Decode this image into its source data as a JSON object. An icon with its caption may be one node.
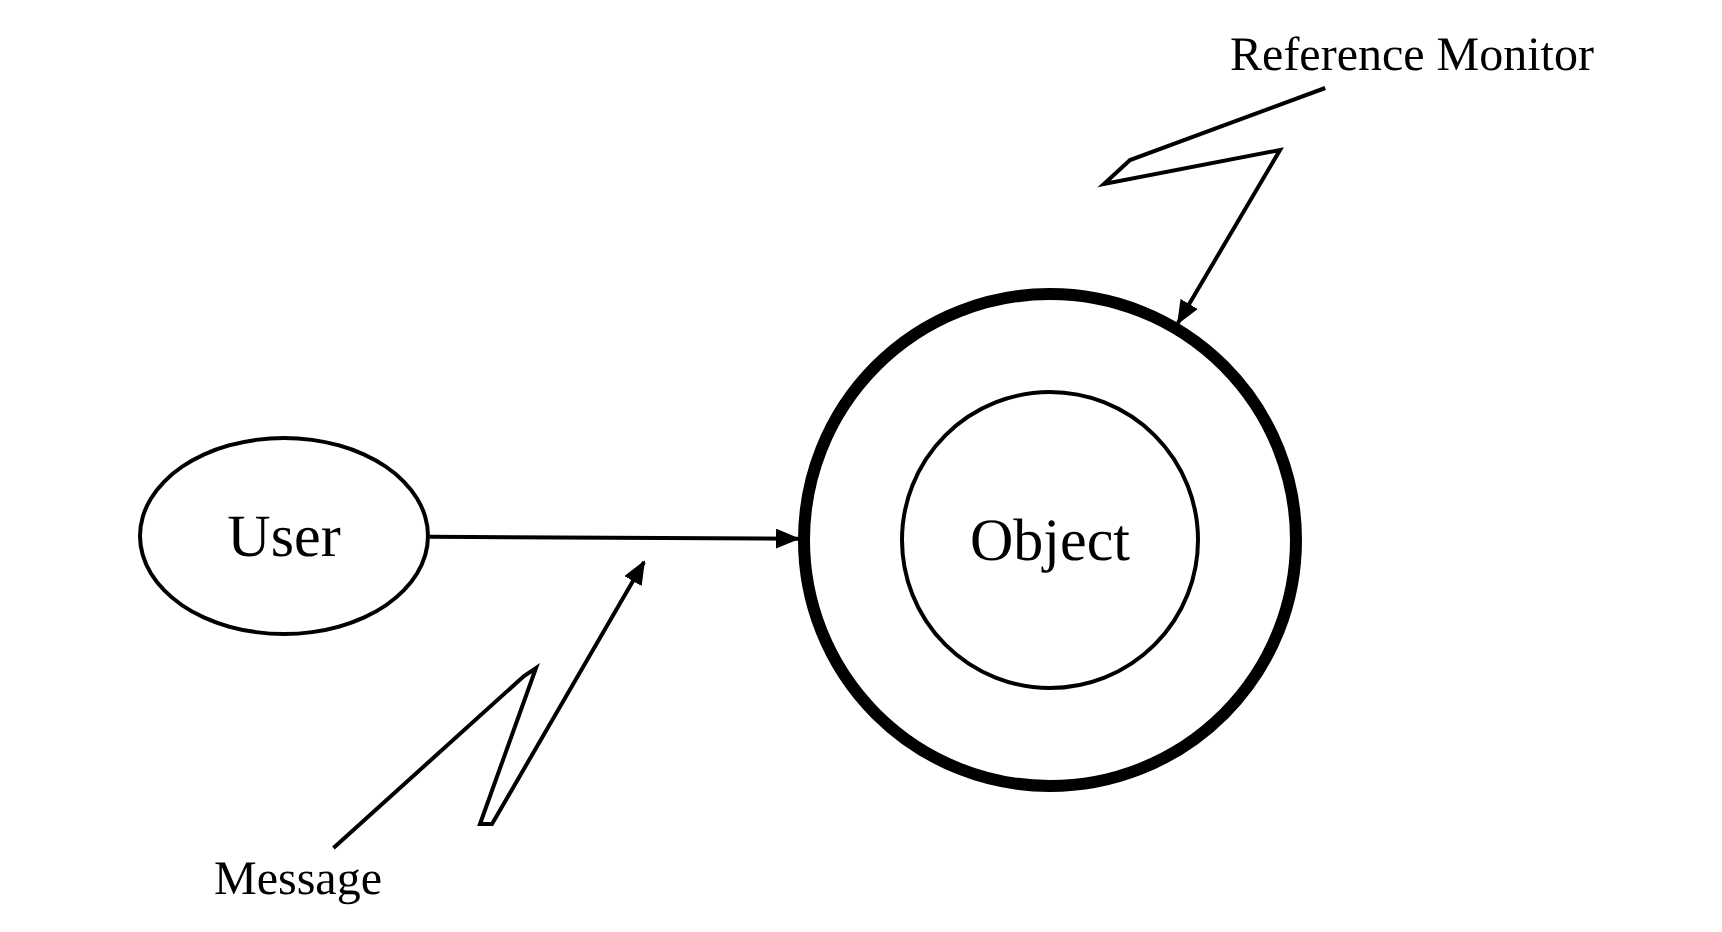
{
  "diagram": {
    "nodes": [
      {
        "text": [
          "User"
        ]
      },
      {
        "text": [],
        "shape": "circle"
      },
      {
        "text": [
          "Object"
        ],
        "in": 1
      },
      {
        "text": [
          "Reference Monitor"
        ]
      },
      {
        "text": [
          "Message"
        ]
      }
    ],
    "edges": [
      {
        "from": 0,
        "to": 1,
        "arrow": "to"
      },
      {
        "from": 3,
        "to": 1,
        "arrow": "to"
      },
      {
        "from": 4,
        "to": null,
        "arrow": "to"
      }
    ]
  }
}
